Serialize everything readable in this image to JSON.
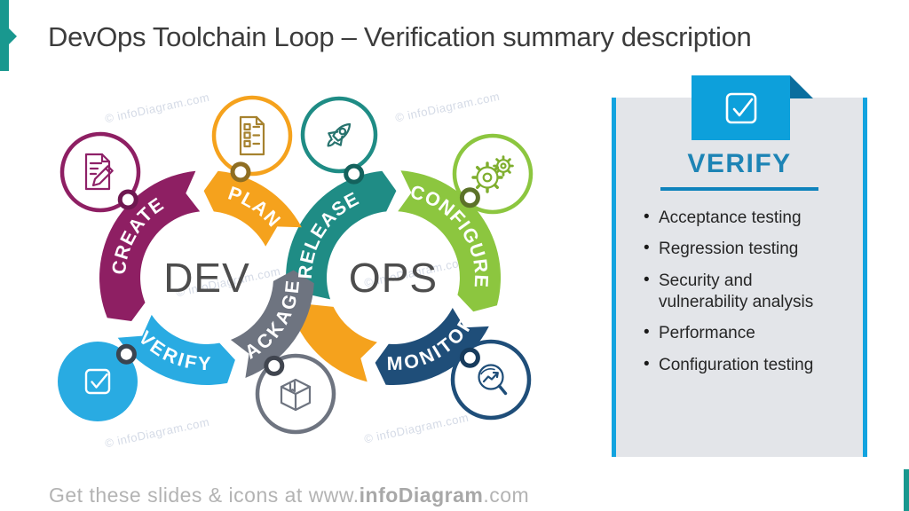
{
  "slide": {
    "title": "DevOps Toolchain Loop – Verification summary description",
    "watermark": "© infoDiagram.com",
    "footer": {
      "prefix": "Get these slides & icons at www.",
      "brand": "infoDiagram",
      "suffix": ".com"
    }
  },
  "colors": {
    "accent_teal": "#19988F",
    "tab_blue": "#0DA0DB",
    "fold_blue": "#0A6E9E",
    "panel_border": "#12A3DF",
    "panel_bg": "#E3E5E9",
    "heading_blue": "#1D84B5",
    "rule_blue": "#0F83BC",
    "highlight_blue": "#29ABE2"
  },
  "diagram": {
    "dev_label": "DEV",
    "ops_label": "OPS",
    "segments": [
      {
        "id": "plan",
        "label": "PLAN",
        "color": "#F5A21D",
        "dot": "#8F6E22",
        "icon": "checklist-icon",
        "icon_stroke": "#A6822F"
      },
      {
        "id": "create",
        "label": "CREATE",
        "color": "#8E1F63",
        "dot": "#6E1850",
        "icon": "edit-document-icon",
        "icon_stroke": "#8E2168"
      },
      {
        "id": "verify",
        "label": "VERIFY",
        "color": "#29ABE2",
        "dot": "#3A4450",
        "icon": "checkbox-icon",
        "icon_stroke": "#FFFFFF",
        "highlighted": true
      },
      {
        "id": "package",
        "label": "PACKAGE",
        "color": "#6E7480",
        "dot": "#40454F",
        "icon": "package-box-icon",
        "icon_stroke": "#6E7480"
      },
      {
        "id": "release",
        "label": "RELEASE",
        "color": "#1F8C85",
        "dot": "#14625D",
        "icon": "rocket-icon",
        "icon_stroke": "#27736E"
      },
      {
        "id": "configure",
        "label": "CONFIGURE",
        "color": "#8CC63F",
        "dot": "#5C7229",
        "icon": "gears-icon",
        "icon_stroke": "#7FAE2E"
      },
      {
        "id": "monitor",
        "label": "MONITOR",
        "color": "#1F4E79",
        "dot": "#173B5C",
        "icon": "analytics-magnifier-icon",
        "icon_stroke": "#1F4E79"
      },
      {
        "id": "loopback",
        "label": "",
        "color": "#F5A21D",
        "dot": "",
        "icon": "",
        "icon_stroke": ""
      }
    ]
  },
  "panel": {
    "tab_icon": "checkbox-icon",
    "heading": "VERIFY",
    "bullets": [
      "Acceptance testing",
      "Regression testing",
      "Security and vulnerability analysis",
      "Performance",
      "Configuration testing"
    ]
  }
}
